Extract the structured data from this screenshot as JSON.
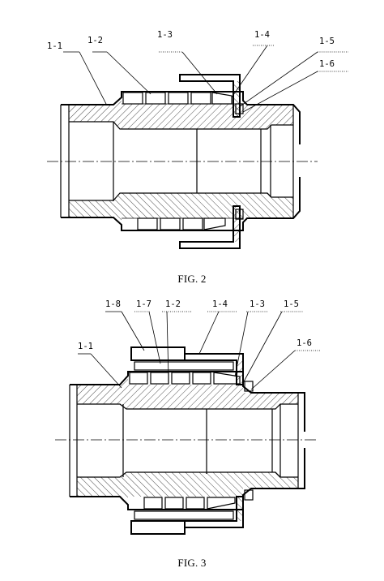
{
  "figures": [
    {
      "id": "fig2",
      "caption": "FIG. 2",
      "labels": [
        "1-1",
        "1-2",
        "1-3",
        "1-4",
        "1-5",
        "1-6"
      ]
    },
    {
      "id": "fig3",
      "caption": "FIG. 3",
      "labels": [
        "1-8",
        "1-7",
        "1-2",
        "1-4",
        "1-3",
        "1-5",
        "1-1",
        "1-6"
      ]
    }
  ]
}
